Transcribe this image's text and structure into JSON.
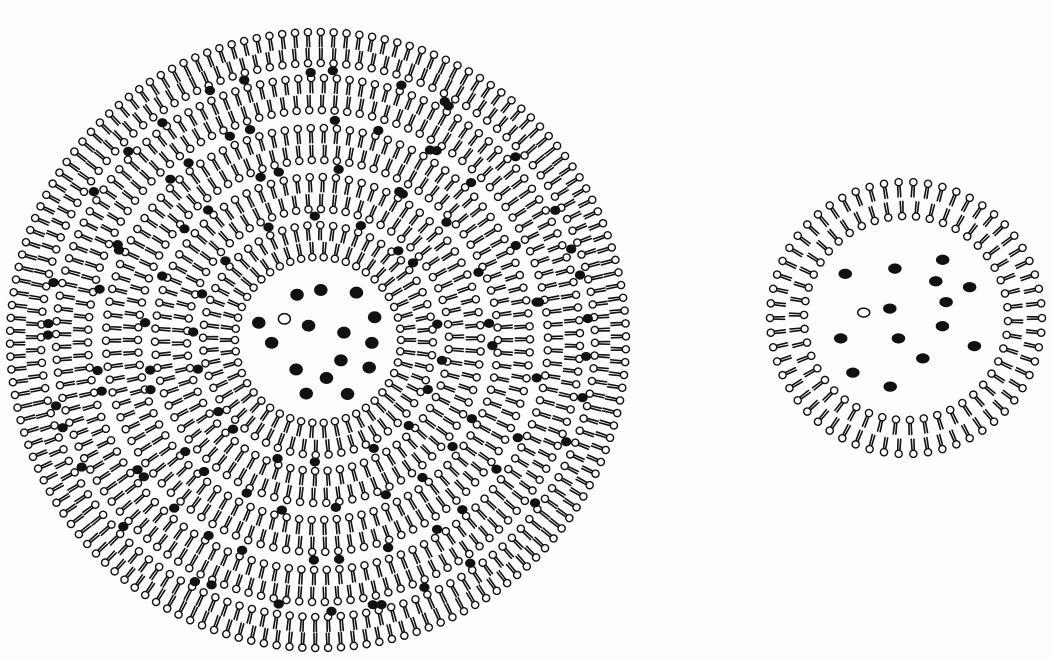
{
  "figure": {
    "ink_color": "#111111",
    "background_color": "#fdfdfd",
    "vesicles": [
      {
        "type": "multilamellar-vesicle",
        "bilayer_count": 4,
        "heads_per_leaflet": [
          46,
          56,
          66,
          78,
          90,
          102,
          114,
          128
        ],
        "interior_particle_count": 16,
        "interlamellar_particle_count": [
          18,
          24,
          30
        ]
      },
      {
        "type": "unilamellar-vesicle",
        "bilayer_count": 1,
        "heads_per_leaflet": [
          46,
          58
        ],
        "interior_particle_count": 15
      }
    ]
  }
}
